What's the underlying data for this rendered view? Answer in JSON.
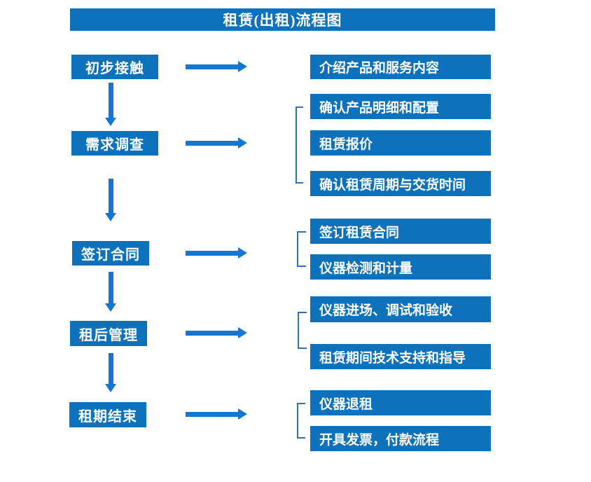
{
  "title": "租赁(出租)流程图",
  "colors": {
    "primary": "#0d71bc",
    "arrow": "#1377d2",
    "bracket": "#2e74b5"
  },
  "flow": {
    "stages": [
      {
        "label": "初步接触",
        "outputs": [
          "介绍产品和服务内容"
        ]
      },
      {
        "label": "需求调查",
        "outputs": [
          "确认产品明细和配置",
          "租赁报价",
          "确认租赁周期与交货时间"
        ]
      },
      {
        "label": "签订合同",
        "outputs": [
          "签订租赁合同",
          "仪器检测和计量"
        ]
      },
      {
        "label": "租后管理",
        "outputs": [
          "仪器进场、调试和验收",
          "租赁期间技术支持和指导"
        ]
      },
      {
        "label": "租期结束",
        "outputs": [
          "仪器退租",
          "开具发票，付款流程"
        ]
      }
    ]
  }
}
